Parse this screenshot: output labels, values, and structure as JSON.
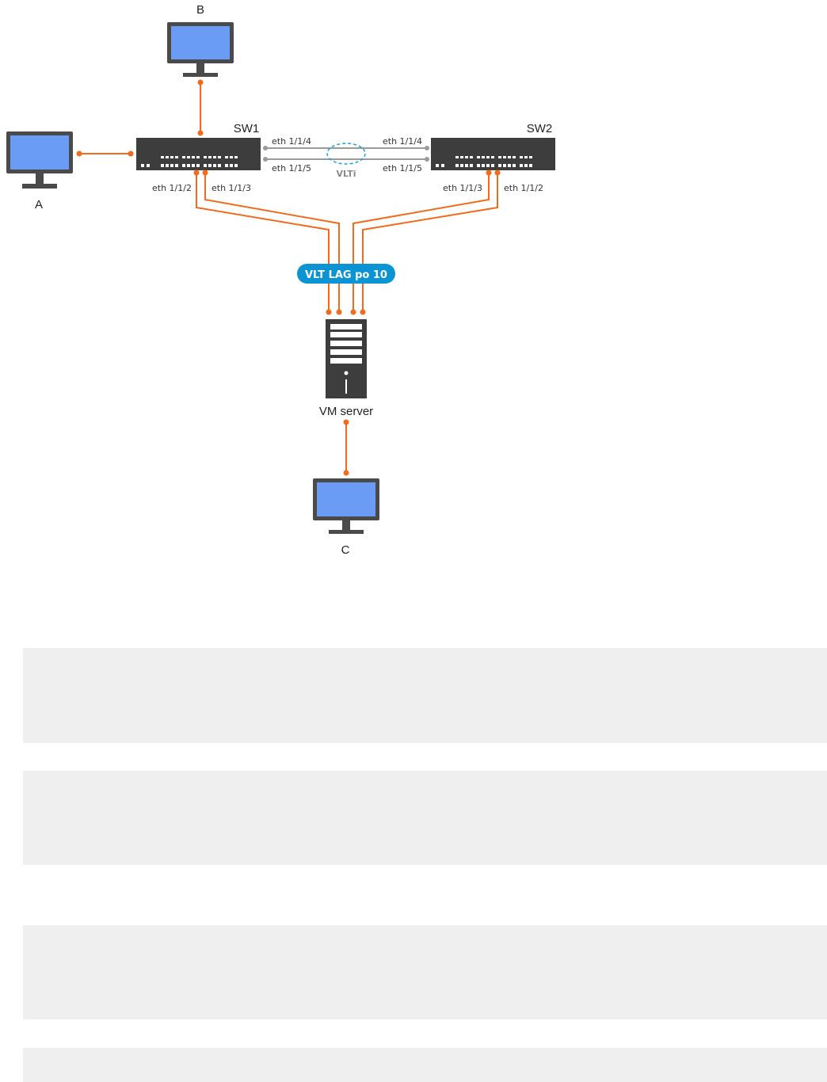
{
  "diagram": {
    "nodes": {
      "pc_a": "A",
      "pc_b": "B",
      "pc_c": "C",
      "switch_1": "SW1",
      "switch_2": "SW2",
      "server": "VM server"
    },
    "ports": {
      "sw1_vlti_top": "eth 1/1/4",
      "sw1_vlti_bottom": "eth 1/1/5",
      "sw2_vlti_top": "eth 1/1/4",
      "sw2_vlti_bottom": "eth 1/1/5",
      "sw1_lag_left": "eth 1/1/2",
      "sw1_lag_right": "eth 1/1/3",
      "sw2_lag_left": "eth 1/1/3",
      "sw2_lag_right": "eth 1/1/2"
    },
    "vlti_label": "VLTi",
    "lag_badge": "VLT LAG po 10",
    "colors": {
      "link": "#f26b1d",
      "switch": "#3d3d3d",
      "screen": "#6b9cf5",
      "device": "#4a4a4a",
      "lag_badge": "#0b94d4",
      "vlti_ellipse": "#1aa3d9",
      "vlti_link": "#9a9a9a"
    }
  },
  "code_blocks": [
    "",
    "",
    "",
    ""
  ]
}
